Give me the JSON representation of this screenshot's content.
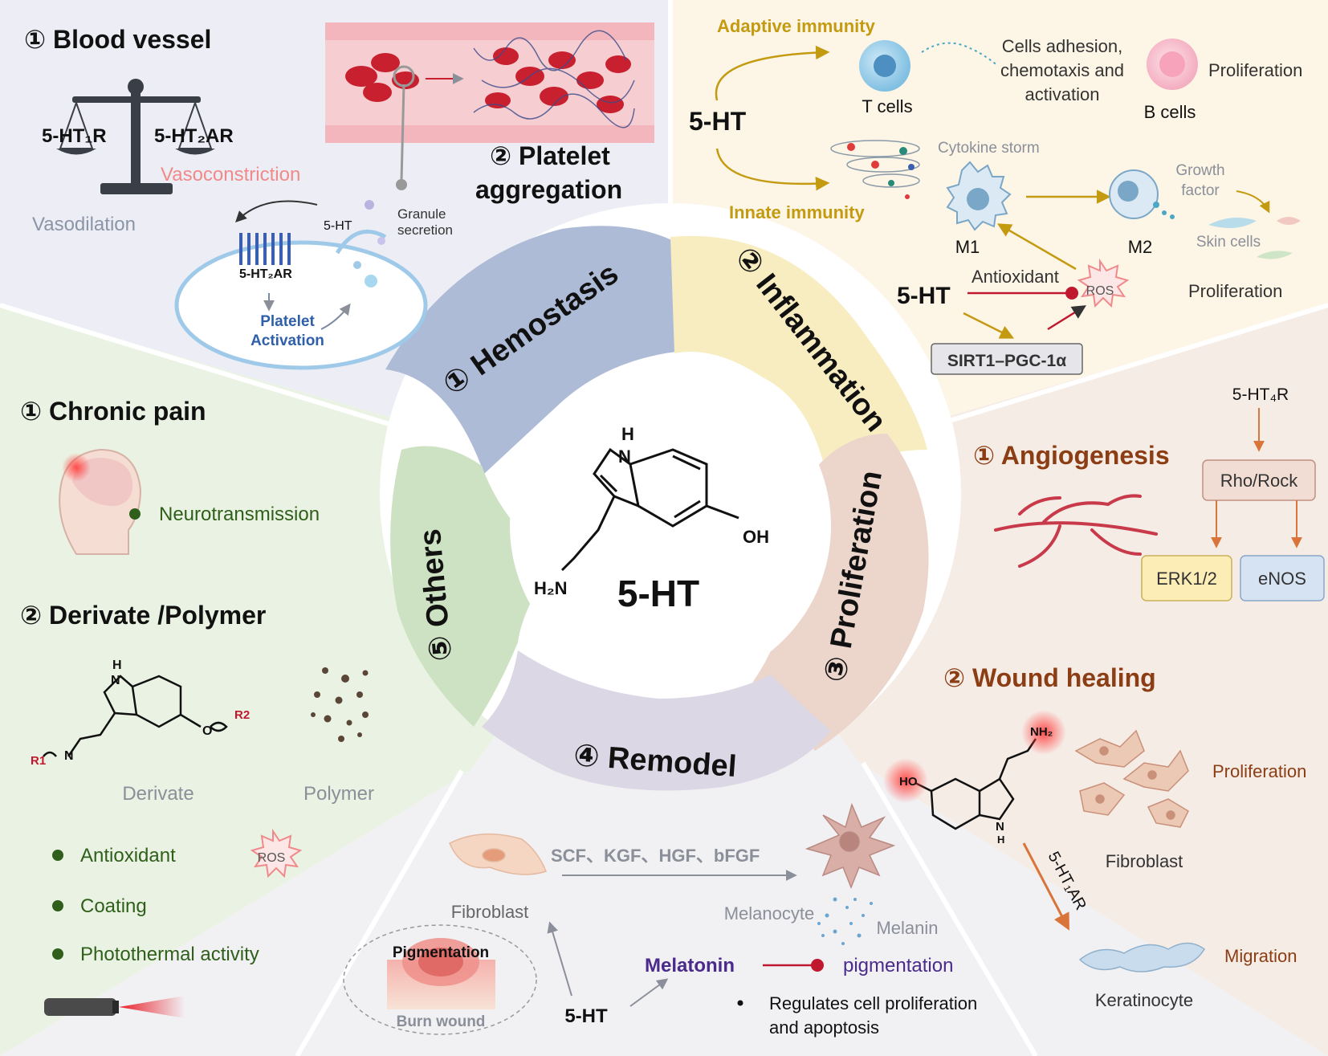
{
  "center": {
    "label": "5-HT"
  },
  "molecule": {
    "n_h": "H",
    "n": "N",
    "oh": "OH",
    "amine": "H₂N"
  },
  "ring": {
    "hemostasis": "① Hemostasis",
    "inflammation": "② Inflammation",
    "proliferation": "③ Proliferation",
    "remodel": "④ Remodel",
    "others": "⑤ Others"
  },
  "hemostasis": {
    "blood_vessel_title": "① Blood vessel",
    "receptor_left": "5-HT₁R",
    "receptor_right": "5-HT₂AR",
    "vasoconstriction": "Vasoconstriction",
    "vasodilation": "Vasodilation",
    "platelet_title_1": "② Platelet",
    "platelet_title_2": "aggregation",
    "granule_1": "Granule",
    "granule_2": "secretion",
    "ht_small": "5-HT",
    "receptor_platelet": "5-HT₂AR",
    "activation_1": "Platelet",
    "activation_2": "Activation"
  },
  "inflammation": {
    "adaptive": "Adaptive immunity",
    "innate": "Innate immunity",
    "ht_main": "5-HT",
    "t_cells": "T cells",
    "adhesion_1": "Cells adhesion,",
    "adhesion_2": "chemotaxis and",
    "adhesion_3": "activation",
    "b_cells": "B cells",
    "proliferation_top": "Proliferation",
    "cytokine": "Cytokine storm",
    "m1": "M1",
    "m2": "M2",
    "growth_1": "Growth",
    "growth_2": "factor",
    "skin_cells": "Skin cells",
    "proliferation_bottom": "Proliferation",
    "ht_ros": "5-HT",
    "antioxidant": "Antioxidant",
    "ros": "ROS",
    "sirt": "SIRT1–PGC-1α"
  },
  "others": {
    "chronic_pain": "① Chronic pain",
    "neurotransmission": "Neurotransmission",
    "derivate_title": "② Derivate /Polymer",
    "derivate": "Derivate",
    "polymer": "Polymer",
    "antioxidant": "Antioxidant",
    "ros": "ROS",
    "coating": "Coating",
    "photothermal": "Photothermal  activity",
    "mol_h": "H",
    "mol_r1": "R1",
    "mol_r2": "R2",
    "mol_n": "N",
    "mol_o": "O"
  },
  "proliferation": {
    "angiogenesis": "① Angiogenesis",
    "receptor": "5-HT₄R",
    "rho": "Rho/Rock",
    "erk": "ERK1/2",
    "enos": "eNOS",
    "wound_healing": "② Wound healing",
    "prolif_label": "Proliferation",
    "fibroblast": "Fibroblast",
    "receptor_1a": "5-HT₁AR",
    "migration": "Migration",
    "keratinocyte": "Keratinocyte",
    "mol_ho": "HO",
    "mol_nh2": "NH₂",
    "mol_nh": "N",
    "mol_h": "H"
  },
  "remodel": {
    "factors": "SCF、KGF、HGF、bFGF",
    "fibroblast": "Fibroblast",
    "melanocyte": "Melanocyte",
    "melanin": "Melanin",
    "pigmentation_box": "Pigmentation",
    "burn_wound": "Burn wound",
    "ht": "5-HT",
    "melatonin": "Melatonin",
    "pigmentation": "pigmentation",
    "bullet_1": "Regulates cell proliferation",
    "bullet_2": "and apoptosis"
  },
  "colors": {
    "hemostasis_bg": "#edeef5",
    "inflammation_bg": "#fdf6e6",
    "others_bg": "#eaf3e3",
    "proliferation_bg": "#f6ece6",
    "remodel_bg": "#f1f0f3",
    "ring_hemostasis": "#aebbd7",
    "ring_inflammation": "#f8edc0",
    "ring_proliferation": "#ecd6cc",
    "ring_remodel": "#dbd7e4",
    "ring_others": "#cde2c2",
    "gold": "#c49a10",
    "brown": "#8b3d14",
    "blue": "#2e5fa8",
    "red": "#c0182e"
  }
}
